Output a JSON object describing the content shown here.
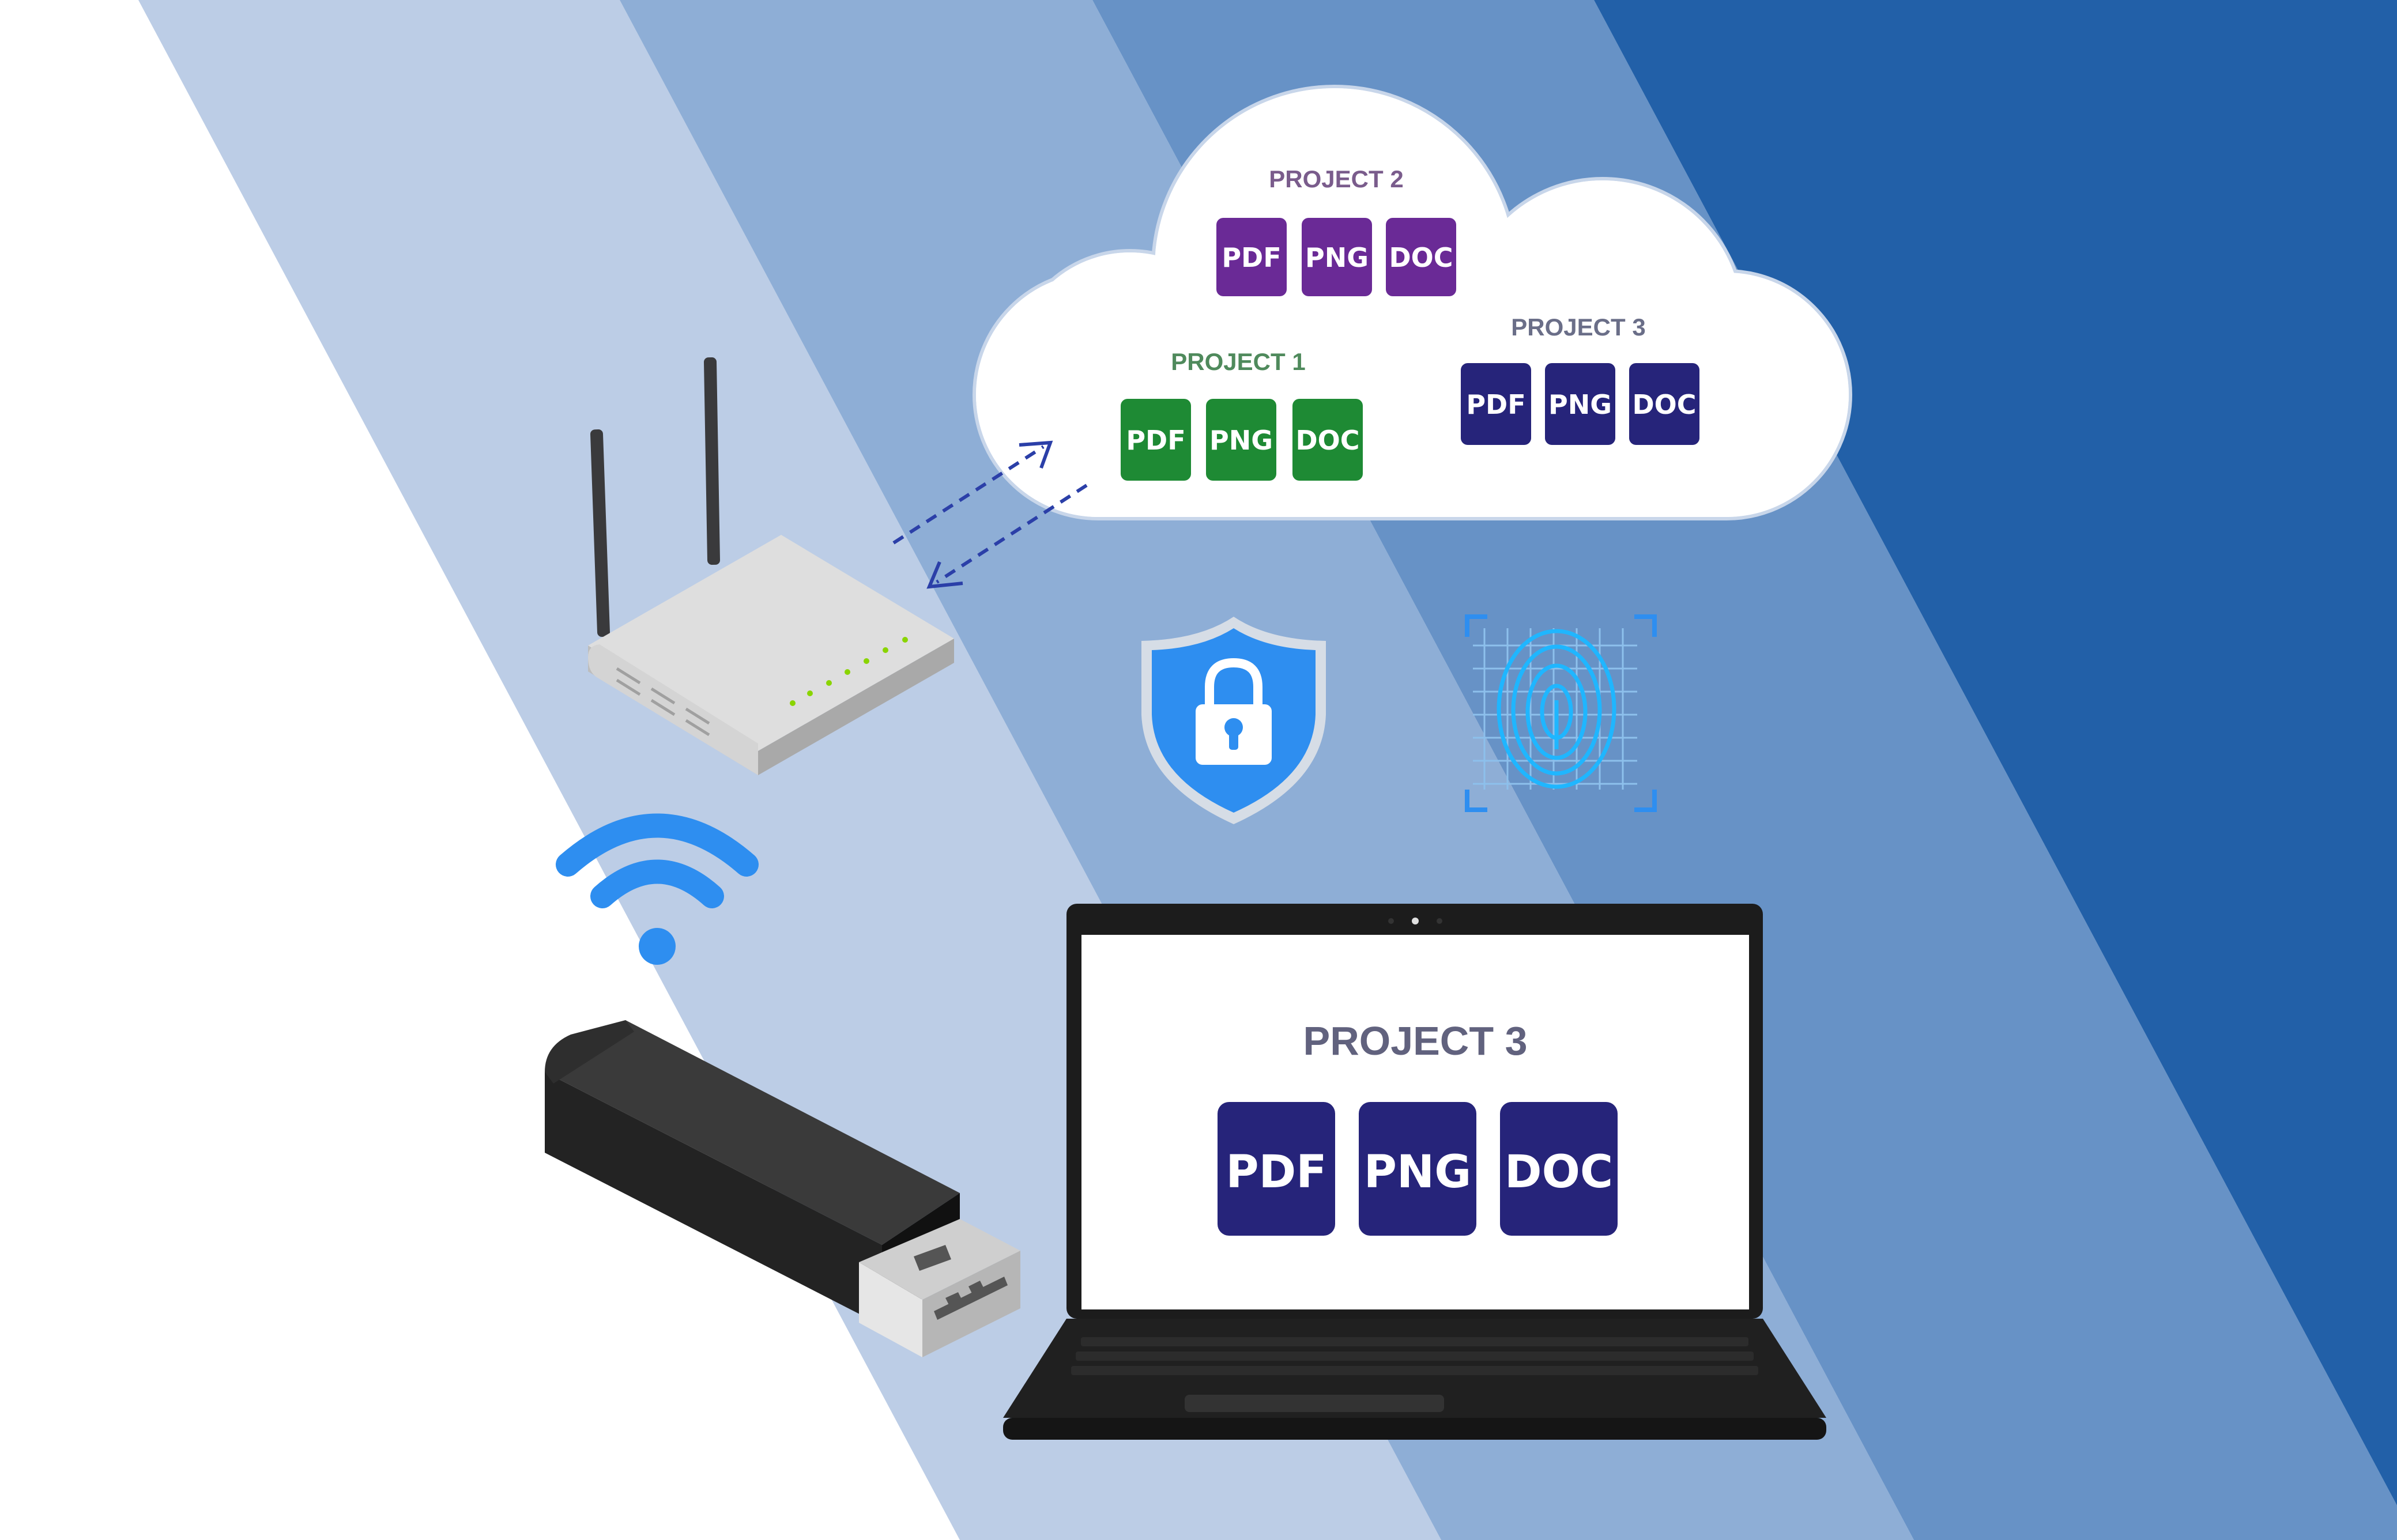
{
  "colors": {
    "stripe_1": "#bccde6",
    "stripe_2": "#8eaed6",
    "stripe_3": "#6792c6",
    "stripe_4": "#2260a8",
    "project1": "#1e8a34",
    "project2": "#6a2a96",
    "project3": "#26247a",
    "project1_label": "#4f8a5c",
    "project2_label": "#7a5c8c",
    "project3_label": "#6a6e88",
    "accent_blue": "#2e8ef0"
  },
  "cloud": {
    "project2": {
      "title": "PROJECT 2",
      "files": [
        "PDF",
        "PNG",
        "DOC"
      ]
    },
    "project1": {
      "title": "PROJECT 1",
      "files": [
        "PDF",
        "PNG",
        "DOC"
      ]
    },
    "project3": {
      "title": "PROJECT 3",
      "files": [
        "PDF",
        "PNG",
        "DOC"
      ]
    }
  },
  "laptop": {
    "title": "PROJECT 3",
    "files": [
      "PDF",
      "PNG",
      "DOC"
    ]
  },
  "icons": [
    "wifi-router-icon",
    "cloud-icon",
    "shield-lock-icon",
    "fingerprint-scan-icon",
    "wifi-icon",
    "usb-drive-icon",
    "laptop-icon"
  ]
}
